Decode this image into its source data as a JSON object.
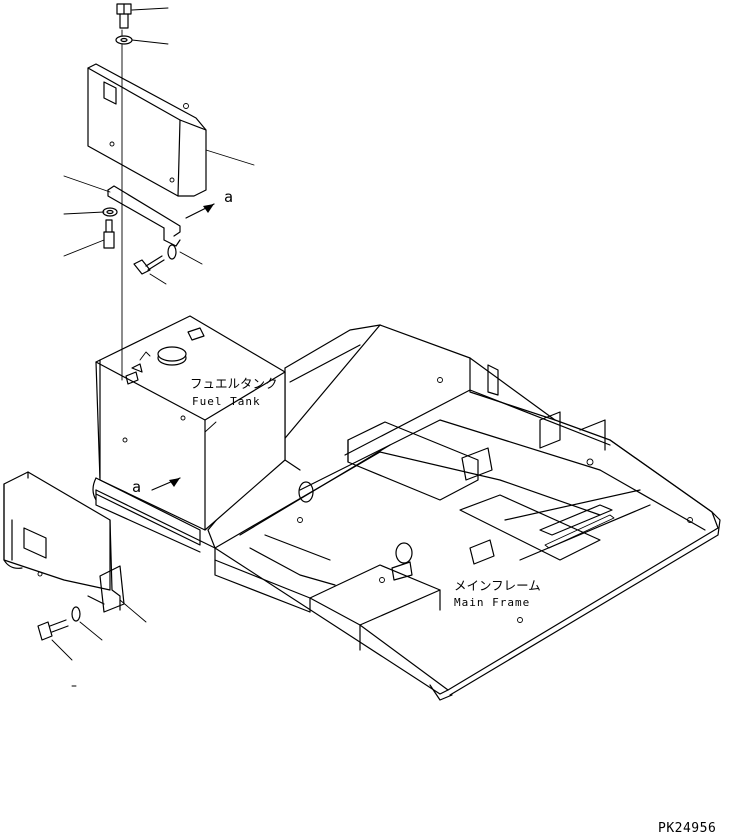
{
  "figure": {
    "labels": {
      "fuel_tank_jp": "フュエルタンク",
      "fuel_tank_en": "Fuel Tank",
      "main_frame_jp": "メインフレーム",
      "main_frame_en": "Main Frame",
      "view_marker_top": "a",
      "view_marker_bottom": "a",
      "drawing_number": "PK24956"
    },
    "icons": {
      "bolt": "hex-bolt-icon",
      "washer": "washer-icon",
      "arrow": "view-arrow-icon"
    }
  }
}
